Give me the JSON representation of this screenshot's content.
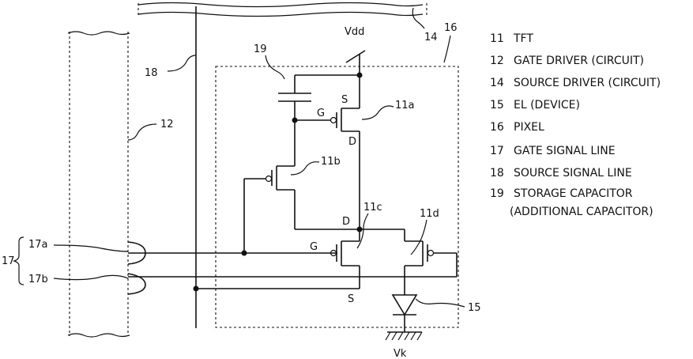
{
  "labels": {
    "vdd": "Vdd",
    "vk": "Vk",
    "ref_14": "14",
    "ref_16": "16",
    "ref_18": "18",
    "ref_12": "12",
    "ref_19": "19",
    "ref_11a": "11a",
    "ref_11b": "11b",
    "ref_11c": "11c",
    "ref_11d": "11d",
    "ref_15": "15",
    "ref_17": "17",
    "ref_17a": "17a",
    "ref_17b": "17b",
    "pin_s_top": "S",
    "pin_g_top": "G",
    "pin_d_top": "D",
    "pin_d_mid": "D",
    "pin_g_mid": "G",
    "pin_s_bottom": "S"
  },
  "legend": [
    {
      "num": "11",
      "text": "TFT"
    },
    {
      "num": "12",
      "text": "GATE DRIVER (CIRCUIT)"
    },
    {
      "num": "14",
      "text": "SOURCE DRIVER (CIRCUIT)"
    },
    {
      "num": "15",
      "text": "EL (DEVICE)"
    },
    {
      "num": "16",
      "text": "PIXEL"
    },
    {
      "num": "17",
      "text": "GATE SIGNAL LINE"
    },
    {
      "num": "18",
      "text": "SOURCE SIGNAL LINE"
    },
    {
      "num": "19",
      "text": "STORAGE CAPACITOR"
    },
    {
      "num": "",
      "text": "(ADDITIONAL CAPACITOR)"
    }
  ]
}
